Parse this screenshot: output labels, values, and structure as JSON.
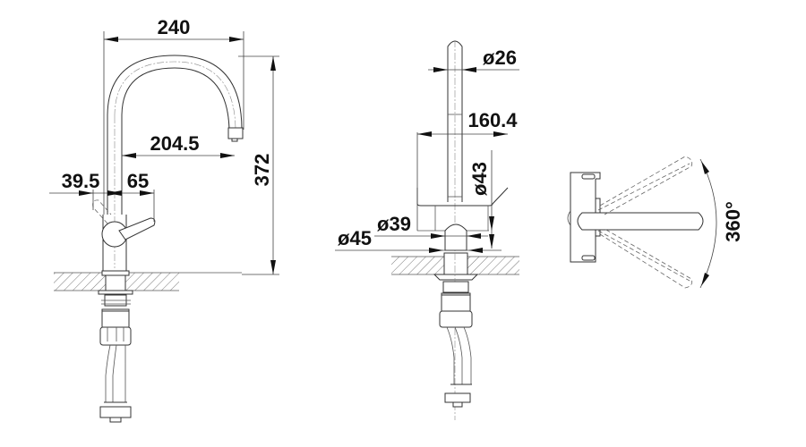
{
  "drawing": {
    "subject": "kitchen faucet technical drawing",
    "views": [
      {
        "name": "side-view",
        "dimensions": {
          "spout_reach_outer": "240",
          "spout_reach": "204.5",
          "total_height": "372",
          "lever_back": "39.5",
          "lever_front": "65"
        }
      },
      {
        "name": "front-view",
        "dimensions": {
          "spout_diameter": "ø26",
          "lever_height": "160.4",
          "body_diameter": "ø43",
          "base_diameter_inner": "ø39",
          "base_diameter_outer": "ø45"
        }
      },
      {
        "name": "top-view",
        "dimensions": {
          "rotation": "360°"
        }
      }
    ]
  },
  "labels": {
    "d240": "240",
    "d204": "204.5",
    "d372": "372",
    "d39_5": "39.5",
    "d65": "65",
    "d26": "ø26",
    "d160": "160.4",
    "d43": "ø43",
    "d39": "ø39",
    "d45": "ø45",
    "d360": "360°"
  },
  "colors": {
    "line": "#333333",
    "text": "#111111",
    "background": "#ffffff"
  }
}
